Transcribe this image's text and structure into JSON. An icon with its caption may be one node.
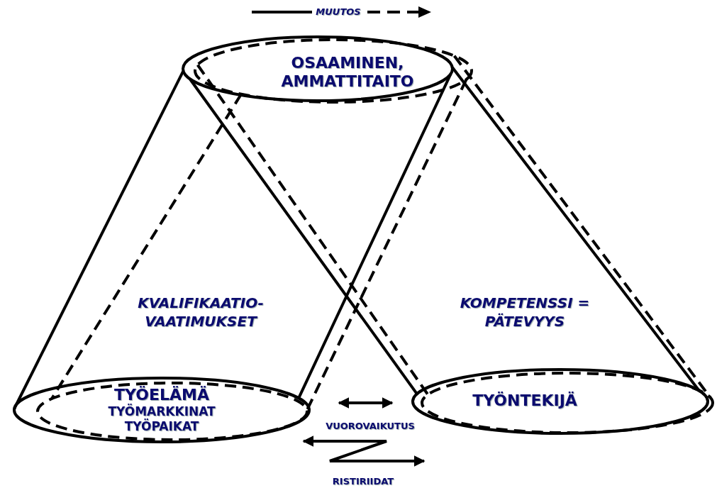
{
  "diagram": {
    "nodes": [
      {
        "text": [
          "OSAAMINEN, AMMATTITAITO"
        ]
      },
      {
        "text": [
          "TYÖELÄMÄ",
          "TYÖMARKKINAT TYÖPAIKAT"
        ]
      },
      {
        "text": [
          "TYÖNTEKIJÄ"
        ]
      }
    ],
    "edges": [
      {
        "from": 0,
        "to": 1,
        "arrow": "none"
      },
      {
        "from": 0,
        "to": 1,
        "arrow": "none"
      },
      {
        "from": 0,
        "to": 1,
        "arrow": "none",
        "style": "dashed"
      },
      {
        "from": 0,
        "to": 1,
        "arrow": "none",
        "style": "dashed"
      },
      {
        "from": 0,
        "to": 2,
        "arrow": "none"
      },
      {
        "from": 0,
        "to": 2,
        "arrow": "none"
      },
      {
        "from": 0,
        "to": 2,
        "arrow": "none",
        "style": "dashed"
      },
      {
        "from": 0,
        "to": 2,
        "arrow": "none",
        "style": "dashed"
      },
      {
        "from": 1,
        "to": 2,
        "arrow": "both",
        "label": "VUOROVAIKUTUS"
      },
      {
        "from": 1,
        "to": 2,
        "arrow": "both",
        "label": "RISTIRIIDAT"
      }
    ],
    "labels": [
      "MUUTOS",
      "KVALIFIKAATIO- VAATIMUKSET",
      "KOMPETENSSI = PÄTEVYYS"
    ]
  }
}
